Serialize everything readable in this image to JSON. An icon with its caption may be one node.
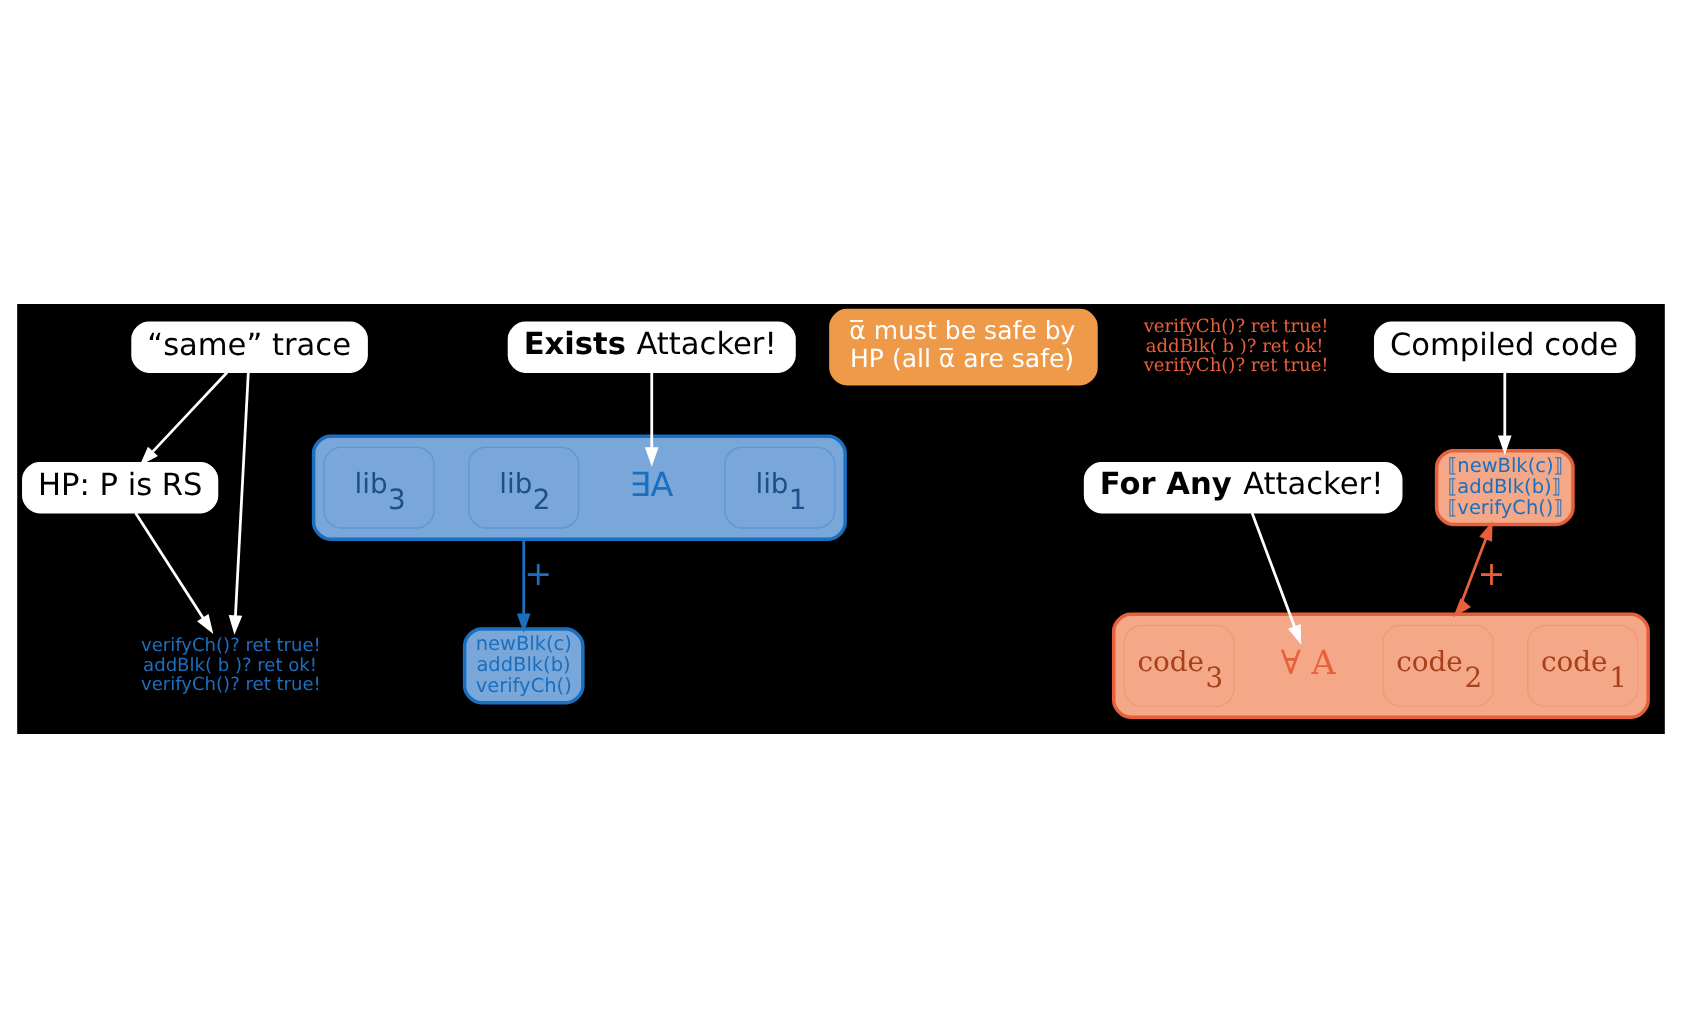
{
  "diagram": {
    "nodes": [
      {
        "text": [
          "HP: P is RS"
        ]
      },
      {
        "text": [
          "**Exists** Attacker!"
        ]
      },
      {
        "text": [
          "newBlk(c)",
          "addBlk(b)",
          "verifyCh()"
        ]
      },
      {
        "text": [
          "verifyCh()? ret true!",
          "addBlk( b )? ret ok!",
          "verifyCh()? ret true!"
        ]
      },
      {
        "text": [],
        "shape": "box"
      },
      {
        "text": [
          "lib$_{1}$"
        ],
        "in": 4
      },
      {
        "text": [
          "∃A"
        ],
        "in": 4
      },
      {
        "text": [
          "lib$_{2}$"
        ],
        "in": 4
      },
      {
        "text": [
          "lib$_{3}$"
        ],
        "in": 4
      },
      {
        "text": [
          "α̅ must be safe by HP (all α̅ are safe)"
        ]
      },
      {
        "text": [
          "“same” trace"
        ]
      },
      {
        "text": [
          "verifyCh()? ret true!",
          "addBlk( b )? ret ok!",
          "verifyCh()? ret true!"
        ]
      },
      {
        "text": [
          "⟦newBlk(c)⟧",
          "⟦addBlk(b)⟧",
          "⟦verifyCh()⟧"
        ]
      },
      {
        "text": [],
        "shape": "box"
      },
      {
        "text": [
          "code$_{1}$"
        ],
        "in": 13
      },
      {
        "text": [
          "∀ A"
        ],
        "in": 13
      },
      {
        "text": [
          "code$_{2}$"
        ],
        "in": 13
      },
      {
        "text": [
          "code$_{3}$"
        ],
        "in": 13
      },
      {
        "text": [
          "Compiled code"
        ]
      },
      {
        "text": [
          "**For Any** Attacker!"
        ]
      }
    ],
    "edges": [
      {
        "from": 0,
        "to": 3,
        "arrow": "to"
      },
      {
        "from": 1,
        "to": 6,
        "arrow": "to"
      },
      {
        "from": 4,
        "to": 2,
        "arrow": "to",
        "label": "+",
        "color": "#1a6fbf"
      },
      {
        "from": 10,
        "to": 3,
        "arrow": "to"
      },
      {
        "from": 10,
        "to": 0,
        "arrow": "to"
      },
      {
        "from": 12,
        "to": 13,
        "arrow": "both",
        "label": "+",
        "color": "#e8603a"
      },
      {
        "from": 18,
        "to": 12,
        "arrow": "to"
      },
      {
        "from": 19,
        "to": 15,
        "arrow": "to"
      }
    ]
  }
}
